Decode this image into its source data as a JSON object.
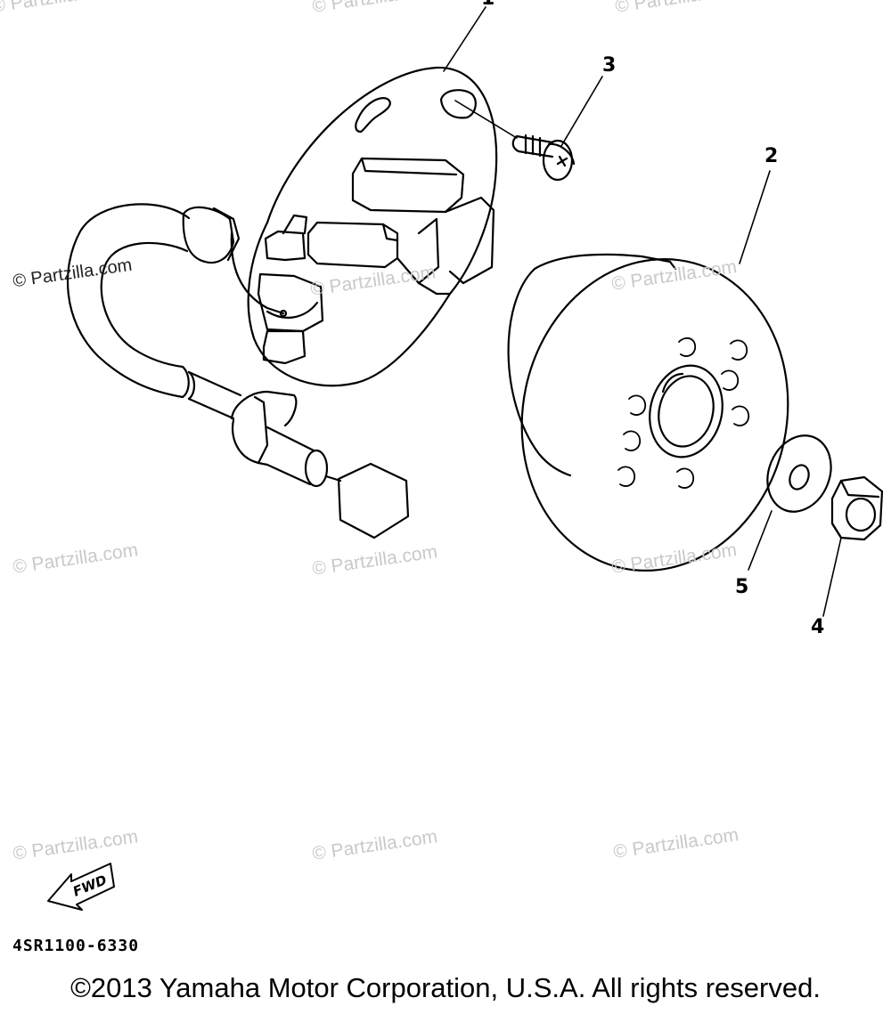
{
  "callouts": [
    {
      "id": "1",
      "label": "1"
    },
    {
      "id": "2",
      "label": "2"
    },
    {
      "id": "3",
      "label": "3"
    },
    {
      "id": "4",
      "label": "4"
    },
    {
      "id": "5",
      "label": "5"
    }
  ],
  "watermark_text": "© Partzilla.com",
  "fwd_label": "FWD",
  "part_code": "4SR1100-6330",
  "copyright": "©2013 Yamaha Motor Corporation, U.S.A. All rights reserved."
}
